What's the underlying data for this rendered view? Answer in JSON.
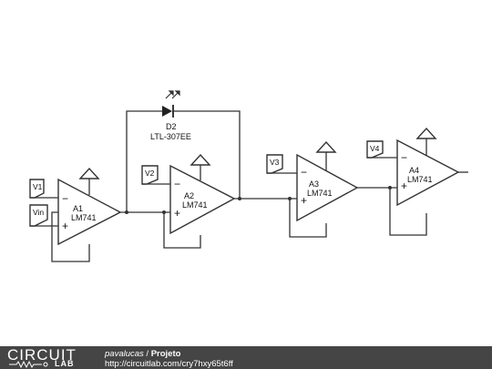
{
  "circuit": {
    "diode": {
      "ref": "D2",
      "part": "LTL-307EE"
    },
    "opamps": [
      {
        "ref": "A1",
        "part": "LM741"
      },
      {
        "ref": "A2",
        "part": "LM741"
      },
      {
        "ref": "A3",
        "part": "LM741"
      },
      {
        "ref": "A4",
        "part": "LM741"
      }
    ],
    "probes": [
      {
        "label": "V1"
      },
      {
        "label": "Vin"
      },
      {
        "label": "V2"
      },
      {
        "label": "V3"
      },
      {
        "label": "V4"
      }
    ],
    "signs": {
      "minus": "−",
      "plus": "+"
    }
  },
  "footer": {
    "brand_top": "CIRCUIT",
    "brand_bottom": "LAB",
    "author": "pavalucas",
    "separator": " / ",
    "title": "Projeto",
    "url": "http://circuitlab.com/cry7hxy65t6ff"
  },
  "colors": {
    "footer_bg": "#454545",
    "wire": "#333333"
  }
}
